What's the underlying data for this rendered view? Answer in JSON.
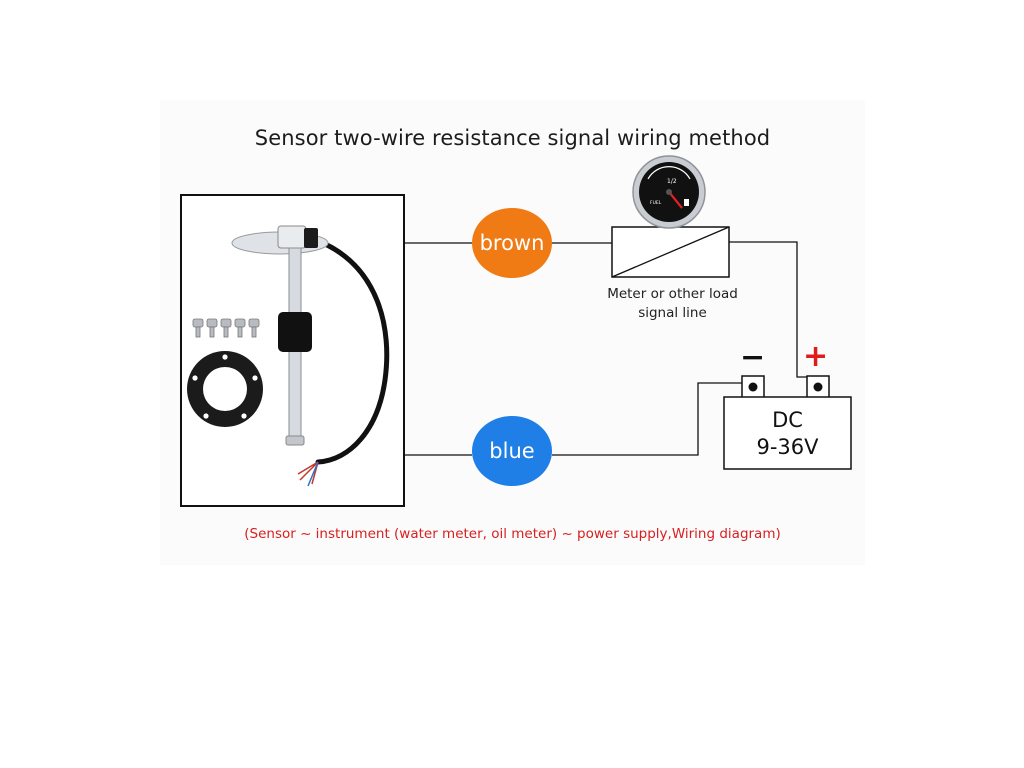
{
  "title": "Sensor two-wire resistance signal wiring method",
  "wires": {
    "brown": {
      "label": "brown",
      "color": "#f07a14"
    },
    "blue": {
      "label": "blue",
      "color": "#1f7fe6"
    }
  },
  "meter": {
    "caption_line1": "Meter or other load",
    "caption_line2": "signal line",
    "gauge_face": {
      "scale_mark": "1/2",
      "brand": "FUEL"
    }
  },
  "battery": {
    "label_line1": "DC",
    "label_line2": "9-36V",
    "negative_symbol": "−",
    "positive_symbol": "+",
    "positive_color": "#e01b1b"
  },
  "footer_note": "(Sensor ~ instrument (water meter, oil meter) ~ power supply,Wiring diagram)",
  "footer_color": "#d81f1f",
  "icons": [
    "fuel-gauge-icon",
    "fuel-pump-icon",
    "level-sensor-icon",
    "screw-icon",
    "gasket-icon"
  ]
}
